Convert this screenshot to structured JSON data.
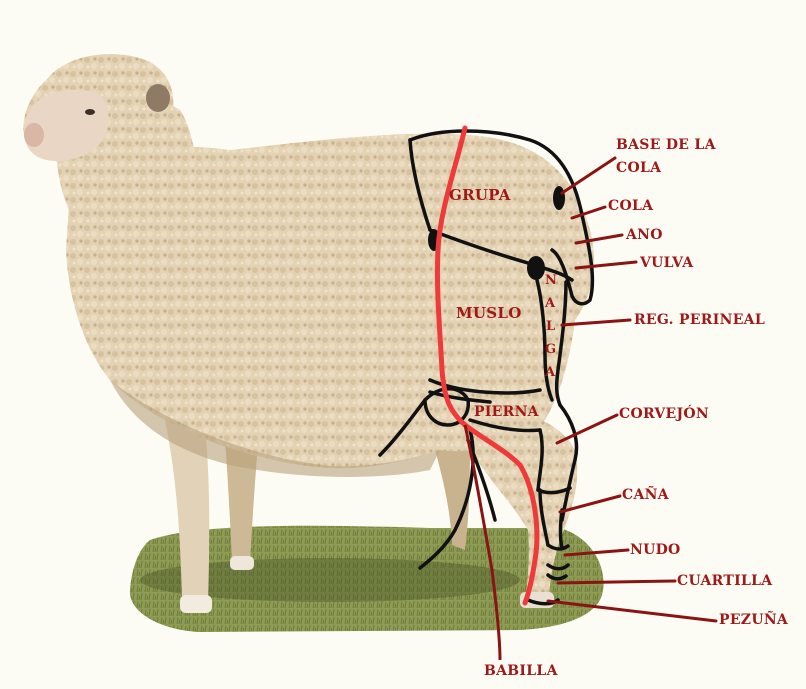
{
  "colors": {
    "label_text": "#a01818",
    "leader_line": "#8a1414",
    "outline": "#111111",
    "stifle_line": "#ee3a3a",
    "wool": "#e4d3b6",
    "wool_shadow": "#c9b38f",
    "grass": "#8f9a55",
    "background": "#fdfcf4"
  },
  "diagram": {
    "subject": "sheep-hindquarter-anatomy",
    "labels": {
      "base_cola_line1": "BASE DE LA",
      "base_cola_line2": "COLA",
      "cola": "COLA",
      "ano": "ANO",
      "vulva": "VULVA",
      "reg_perineal": "REG. PERINEAL",
      "corvejon": "CORVEJÓN",
      "cana": "CAÑA",
      "nudo": "NUDO",
      "cuartilla": "CUARTILLA",
      "pezuna": "PEZUÑA",
      "babilla": "BABILLA",
      "grupa": "GRUPA",
      "muslo": "MUSLO",
      "pierna": "PIERNA",
      "nalga": [
        "N",
        "A",
        "L",
        "G",
        "A"
      ]
    }
  }
}
